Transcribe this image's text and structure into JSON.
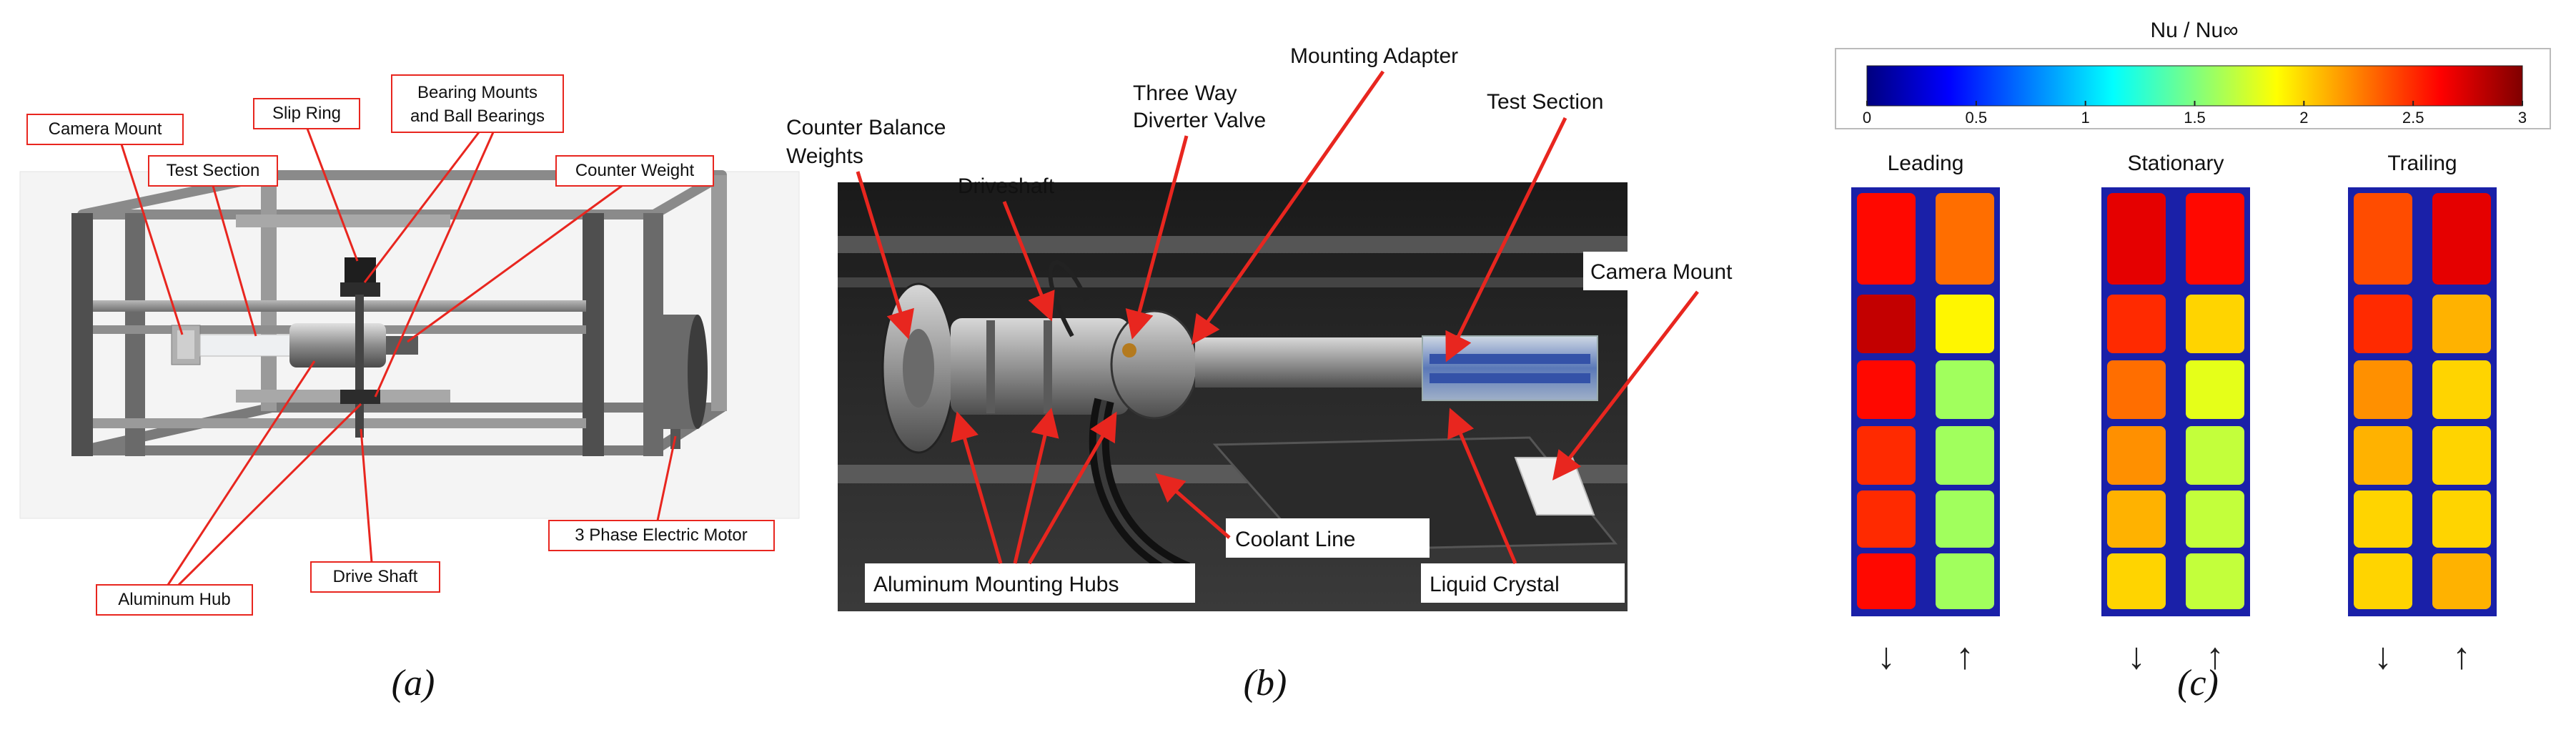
{
  "panel_a": {
    "caption": "(a)",
    "labels": {
      "camera_mount": "Camera Mount",
      "test_section": "Test Section",
      "slip_ring": "Slip Ring",
      "bearing_mounts": [
        "Bearing Mounts",
        "and Ball Bearings"
      ],
      "counter_weight": "Counter Weight",
      "aluminum_hub": "Aluminum Hub",
      "drive_shaft": "Drive Shaft",
      "motor": "3 Phase Electric Motor"
    }
  },
  "panel_b": {
    "caption": "(b)",
    "labels": {
      "counter_balance": [
        "Counter Balance",
        "Weights"
      ],
      "driveshaft": "Driveshaft",
      "diverter_valve": [
        "Three Way",
        "Diverter Valve"
      ],
      "mounting_adapter": "Mounting Adapter",
      "test_section": "Test Section",
      "camera_mount": "Camera Mount",
      "coolant_line": "Coolant Line",
      "aluminum_mounting_hubs": "Aluminum Mounting Hubs",
      "liquid_crystal": "Liquid Crystal"
    }
  },
  "panel_c": {
    "caption": "(c)",
    "colorbar": {
      "title": "Nu / Nu∞",
      "ticks": [
        "0",
        "0.5",
        "1",
        "1.5",
        "2",
        "2.5",
        "3"
      ],
      "min": 0,
      "max": 3,
      "colormap": [
        "#00007f",
        "#0000ff",
        "#007fff",
        "#00ffff",
        "#7fff7f",
        "#ffff00",
        "#ff7f00",
        "#ff0000",
        "#7f0000"
      ]
    },
    "columns": [
      {
        "title": "Leading",
        "passage1_values": [
          2.6,
          2.8,
          2.6,
          2.5,
          2.5,
          2.6
        ],
        "passage2_values": [
          2.3,
          1.9,
          1.6,
          1.6,
          1.6,
          1.6
        ]
      },
      {
        "title": "Stationary",
        "passage1_values": [
          2.7,
          2.5,
          2.3,
          2.2,
          2.1,
          2.0
        ],
        "passage2_values": [
          2.6,
          2.0,
          1.8,
          1.7,
          1.7,
          1.7
        ]
      },
      {
        "title": "Trailing",
        "passage1_values": [
          2.4,
          2.5,
          2.2,
          2.1,
          2.0,
          2.0
        ],
        "passage2_values": [
          2.7,
          2.1,
          2.0,
          2.0,
          2.0,
          2.1
        ]
      }
    ],
    "arrows": [
      "↓",
      "↑"
    ]
  }
}
